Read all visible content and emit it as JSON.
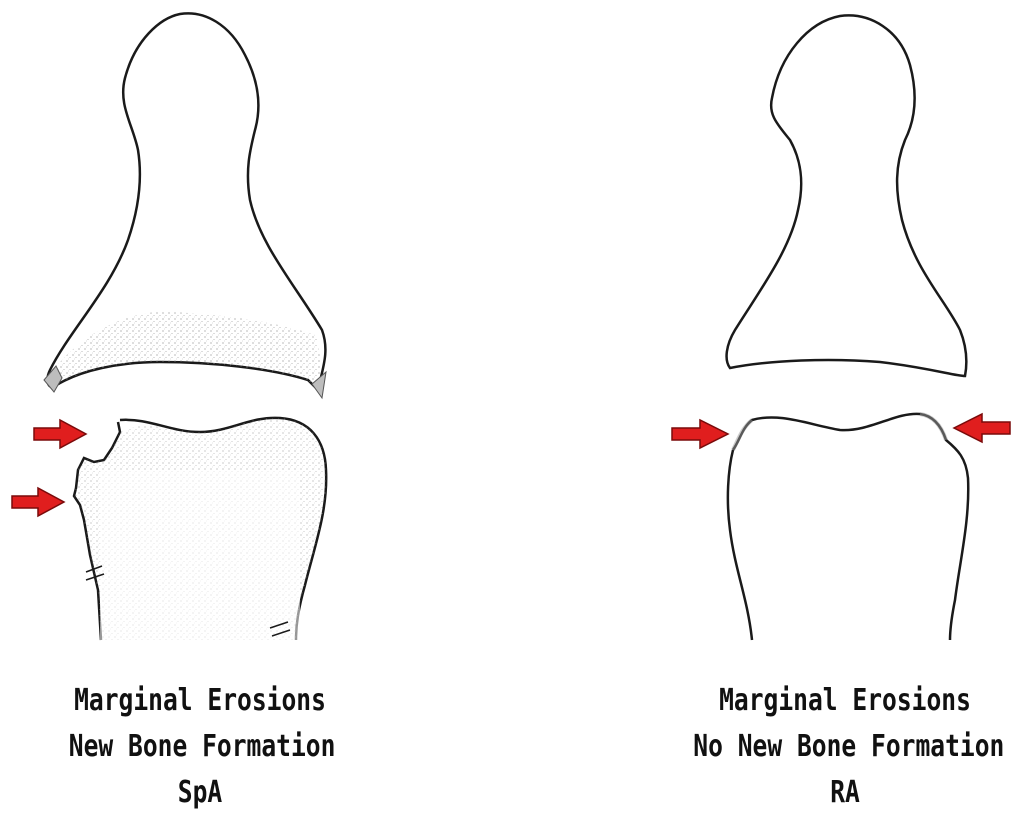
{
  "left_panel": {
    "line1": "Marginal Erosions",
    "line2": "New Bone Formation",
    "line3": "SpA"
  },
  "right_panel": {
    "line1": "Marginal Erosions",
    "line2": "No New Bone Formation",
    "line3": "RA"
  },
  "colors": {
    "outline": "#1a1a1a",
    "arrow_fill": "#e01e1e",
    "arrow_stroke": "#7a0a0a",
    "stipple": "#9a9a9a",
    "background": "#ffffff"
  },
  "icons": {
    "arrow": "red-arrow-right-icon",
    "arrow_left": "red-arrow-left-icon"
  }
}
